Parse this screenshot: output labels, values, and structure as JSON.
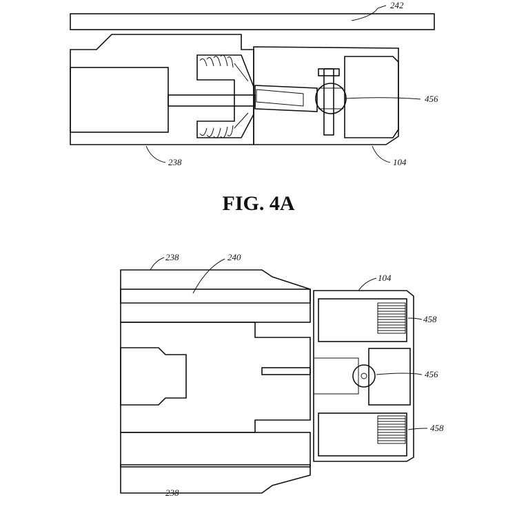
{
  "figures": [
    {
      "caption": "FIG. 4A",
      "labels": {
        "plate": "242",
        "housing": "238",
        "cap": "104",
        "ball": "456"
      }
    },
    {
      "caption": "",
      "labels": {
        "housing_top": "238",
        "sleeve": "240",
        "cap": "104",
        "ridges_top": "458",
        "ball": "456",
        "ridges_bottom": "458",
        "housing_bottom": "238"
      }
    }
  ]
}
